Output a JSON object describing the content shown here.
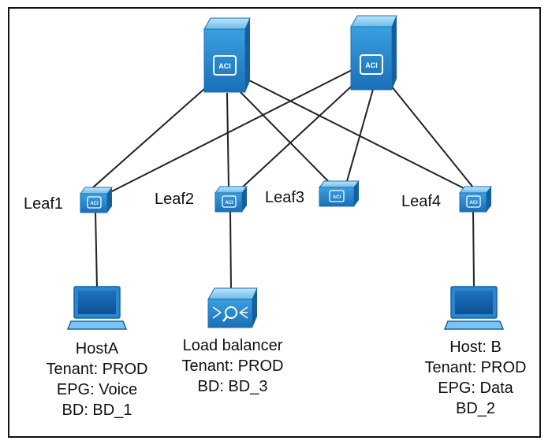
{
  "spines": [
    {
      "id": "spine1",
      "badge": "ACI"
    },
    {
      "id": "spine2",
      "badge": "ACI"
    }
  ],
  "leaves": [
    {
      "id": "leaf1",
      "label": "Leaf1",
      "badge": "ACI"
    },
    {
      "id": "leaf2",
      "label": "Leaf2",
      "badge": "ACI"
    },
    {
      "id": "leaf3",
      "label": "Leaf3",
      "badge": "ACI"
    },
    {
      "id": "leaf4",
      "label": "Leaf4",
      "badge": "ACI"
    }
  ],
  "endpoints": [
    {
      "id": "hostA",
      "icon": "laptop-icon",
      "lines": [
        "HostA",
        "Tenant: PROD",
        "EPG: Voice",
        "BD: BD_1"
      ]
    },
    {
      "id": "lb",
      "icon": "load-balancer-icon",
      "lines": [
        "Load balancer",
        "Tenant: PROD",
        "BD: BD_3"
      ]
    },
    {
      "id": "hostB",
      "icon": "laptop-icon",
      "lines": [
        "Host: B",
        "Tenant: PROD",
        "EPG: Data",
        "BD_2"
      ]
    }
  ],
  "colors": {
    "device_blue": "#2b8fd6",
    "device_light": "#7cc4ef",
    "device_dark": "#1565a8",
    "line": "#222222"
  }
}
